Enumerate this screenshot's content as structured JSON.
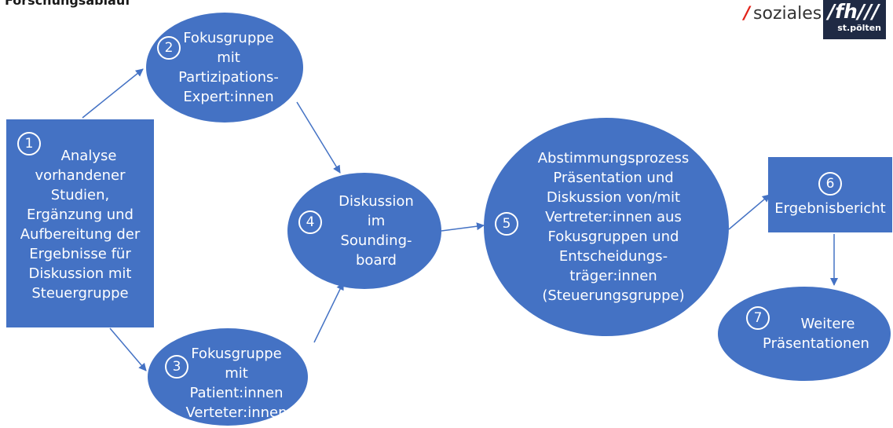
{
  "page": {
    "title": "Forschungsablauf"
  },
  "logo": {
    "slash": "/",
    "soziales": "soziales",
    "fh": "/fh///",
    "city": "st.pölten"
  },
  "colors": {
    "shape_fill": "#4472c4",
    "arrow": "#4472c4",
    "logo_dark": "#1f2a44",
    "logo_accent": "#e2231a"
  },
  "steps": [
    {
      "number": "1",
      "lines": [
        "Analyse",
        "vorhandener",
        "Studien,",
        "Ergänzung und",
        "Aufbereitung der",
        "Ergebnisse für",
        "Diskussion mit",
        "Steuergruppe"
      ]
    },
    {
      "number": "2",
      "lines": [
        "Fokusgruppe",
        "mit",
        "Partizipations-",
        "Expert:innen"
      ]
    },
    {
      "number": "3",
      "lines": [
        "Fokusgruppe",
        "mit",
        "Patient:innen",
        "Verteter:innen"
      ]
    },
    {
      "number": "4",
      "lines": [
        "Diskussion",
        "im",
        "Sounding-",
        "board"
      ]
    },
    {
      "number": "5",
      "lines": [
        "Abstimmungsprozess",
        "Präsentation und",
        "Diskussion von/mit",
        "Vertreter:innen aus",
        "Fokusgruppen und",
        "Entscheidungs-",
        "träger:innen",
        "(Steuerungsgruppe)"
      ]
    },
    {
      "number": "6",
      "lines": [
        "Ergebnisbericht"
      ]
    },
    {
      "number": "7",
      "lines": [
        "Weitere",
        "Präsentationen"
      ]
    }
  ]
}
